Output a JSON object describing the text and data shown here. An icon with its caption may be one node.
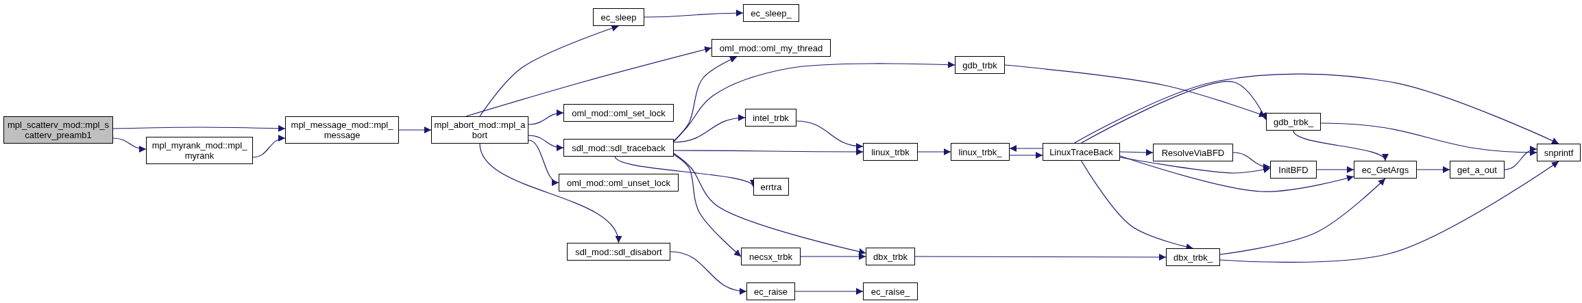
{
  "diagram": {
    "nodes": [
      {
        "text": [
          "mpl_scatterv_mod::mpl_scatterv_preamb1"
        ]
      },
      {
        "text": [
          "mpl_myrank_mod::mpl_myrank"
        ]
      },
      {
        "text": [
          "mpl_message_mod::mpl_message"
        ]
      },
      {
        "text": [
          "mpl_abort_mod::mpl_abort"
        ]
      },
      {
        "text": [
          "ec_sleep"
        ]
      },
      {
        "text": [
          "ec_sleep_"
        ]
      },
      {
        "text": [
          "oml_mod::oml_my_thread"
        ]
      },
      {
        "text": [
          "gdb_trbk"
        ]
      },
      {
        "text": [
          "oml_mod::oml_set_lock"
        ]
      },
      {
        "text": [
          "sdl_mod::sdl_traceback"
        ]
      },
      {
        "text": [
          "intel_trbk"
        ]
      },
      {
        "text": [
          "linux_trbk"
        ]
      },
      {
        "text": [
          "linux_trbk_"
        ]
      },
      {
        "text": [
          "LinuxTraceBack"
        ]
      },
      {
        "text": [
          "errtra"
        ]
      },
      {
        "text": [
          "oml_mod::oml_unset_lock"
        ]
      },
      {
        "text": [
          "sdl_mod::sdl_disabort"
        ]
      },
      {
        "text": [
          "necsx_trbk"
        ]
      },
      {
        "text": [
          "dbx_trbk"
        ]
      },
      {
        "text": [
          "ec_raise"
        ]
      },
      {
        "text": [
          "ec_raise_"
        ]
      },
      {
        "text": [
          "gdb_trbk_"
        ]
      },
      {
        "text": [
          "ResolveViaBFD"
        ]
      },
      {
        "text": [
          "InitBFD"
        ]
      },
      {
        "text": [
          "ec_GetArgs"
        ]
      },
      {
        "text": [
          "get_a_out"
        ]
      },
      {
        "text": [
          "snprintf"
        ]
      },
      {
        "text": [
          "dbx_trbk_"
        ]
      }
    ],
    "edges": [
      {
        "from": 0,
        "to": 2,
        "arrow": "to"
      },
      {
        "from": 0,
        "to": 1,
        "arrow": "to"
      },
      {
        "from": 1,
        "to": 2,
        "arrow": "to"
      },
      {
        "from": 2,
        "to": 3,
        "arrow": "to"
      },
      {
        "from": 3,
        "to": 4,
        "arrow": "to"
      },
      {
        "from": 3,
        "to": 6,
        "arrow": "to"
      },
      {
        "from": 3,
        "to": 8,
        "arrow": "to"
      },
      {
        "from": 3,
        "to": 9,
        "arrow": "to"
      },
      {
        "from": 3,
        "to": 15,
        "arrow": "to"
      },
      {
        "from": 3,
        "to": 16,
        "arrow": "to"
      },
      {
        "from": 4,
        "to": 5,
        "arrow": "to"
      },
      {
        "from": 9,
        "to": 6,
        "arrow": "to"
      },
      {
        "from": 9,
        "to": 7,
        "arrow": "to"
      },
      {
        "from": 9,
        "to": 10,
        "arrow": "to"
      },
      {
        "from": 9,
        "to": 11,
        "arrow": "to"
      },
      {
        "from": 9,
        "to": 14,
        "arrow": "to"
      },
      {
        "from": 9,
        "to": 17,
        "arrow": "to"
      },
      {
        "from": 9,
        "to": 18,
        "arrow": "to"
      },
      {
        "from": 7,
        "to": 21,
        "arrow": "to"
      },
      {
        "from": 10,
        "to": 11,
        "arrow": "to"
      },
      {
        "from": 11,
        "to": 12,
        "arrow": "to"
      },
      {
        "from": 12,
        "to": 13,
        "arrow": "to"
      },
      {
        "from": 13,
        "to": 12,
        "arrow": "to"
      },
      {
        "from": 13,
        "to": 21,
        "arrow": "to"
      },
      {
        "from": 13,
        "to": 22,
        "arrow": "to"
      },
      {
        "from": 13,
        "to": 23,
        "arrow": "to"
      },
      {
        "from": 13,
        "to": 24,
        "arrow": "to"
      },
      {
        "from": 13,
        "to": 27,
        "arrow": "to"
      },
      {
        "from": 13,
        "to": 26,
        "arrow": "to"
      },
      {
        "from": 21,
        "to": 24,
        "arrow": "to"
      },
      {
        "from": 21,
        "to": 26,
        "arrow": "to"
      },
      {
        "from": 22,
        "to": 23,
        "arrow": "to"
      },
      {
        "from": 23,
        "to": 24,
        "arrow": "to"
      },
      {
        "from": 24,
        "to": 25,
        "arrow": "to"
      },
      {
        "from": 25,
        "to": 26,
        "arrow": "to"
      },
      {
        "from": 17,
        "to": 18,
        "arrow": "to"
      },
      {
        "from": 18,
        "to": 27,
        "arrow": "to"
      },
      {
        "from": 27,
        "to": 24,
        "arrow": "to"
      },
      {
        "from": 27,
        "to": 26,
        "arrow": "to"
      },
      {
        "from": 16,
        "to": 19,
        "arrow": "to"
      },
      {
        "from": 19,
        "to": 20,
        "arrow": "to"
      }
    ]
  }
}
